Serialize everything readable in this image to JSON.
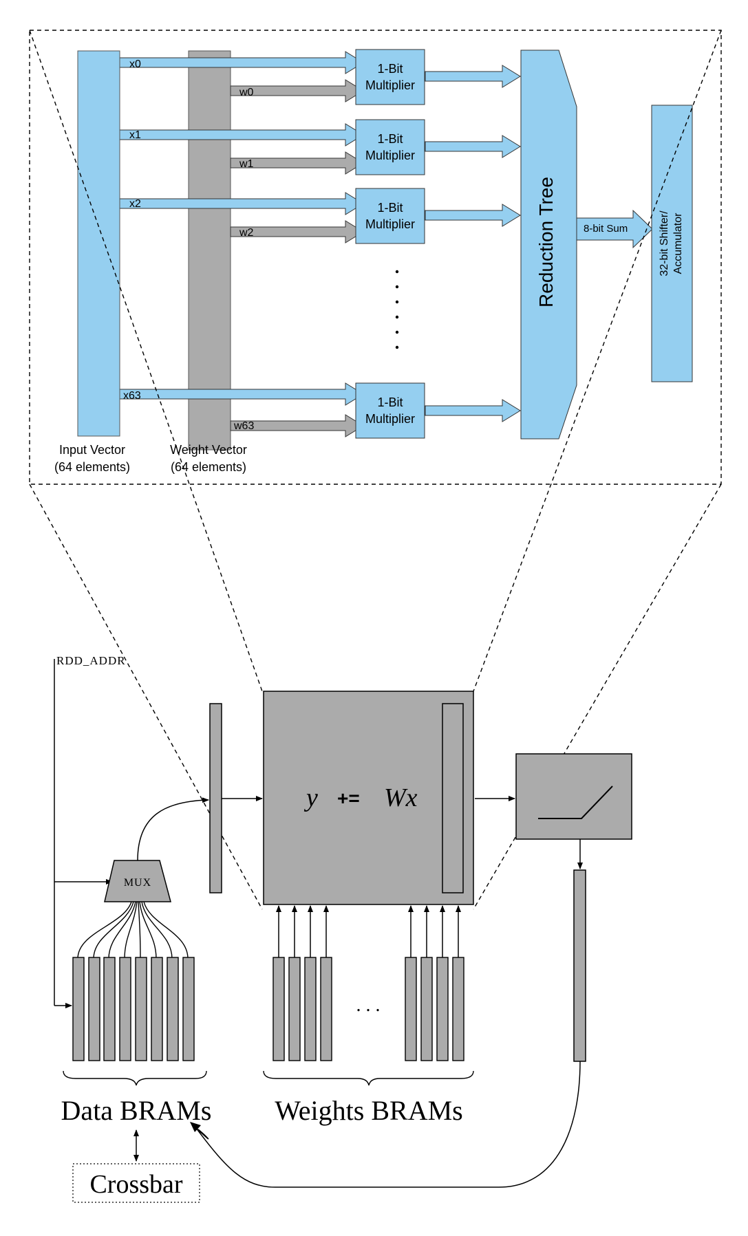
{
  "top": {
    "input_vector": {
      "line1": "Input Vector",
      "line2": "(64 elements)"
    },
    "weight_vector": {
      "line1": "Weight Vector",
      "line2": "(64 elements)"
    },
    "rows": [
      {
        "x": "x0",
        "w": "w0",
        "mult_line1": "1-Bit",
        "mult_line2": "Multiplier"
      },
      {
        "x": "x1",
        "w": "w1",
        "mult_line1": "1-Bit",
        "mult_line2": "Multiplier"
      },
      {
        "x": "x2",
        "w": "w2",
        "mult_line1": "1-Bit",
        "mult_line2": "Multiplier"
      },
      {
        "x": "x63",
        "w": "w63",
        "mult_line1": "1-Bit",
        "mult_line2": "Multiplier"
      }
    ],
    "reduction_tree": "Reduction Tree",
    "sum_label": "8-bit Sum",
    "accumulator": {
      "line1": "32-bit Shifter/",
      "line2": "Accumulator"
    }
  },
  "bottom": {
    "rdd_addr": "RDD_ADDR",
    "mux": "MUX",
    "equation": {
      "y": "y",
      "op": "+=",
      "wx": "Wx"
    },
    "dots": ". . .",
    "data_brams": "Data BRAMs",
    "weights_brams": "Weights BRAMs",
    "crossbar": "Crossbar"
  },
  "colors": {
    "blue": "#95cff0",
    "gray": "#ababab",
    "stroke": "#2b2b2b"
  }
}
